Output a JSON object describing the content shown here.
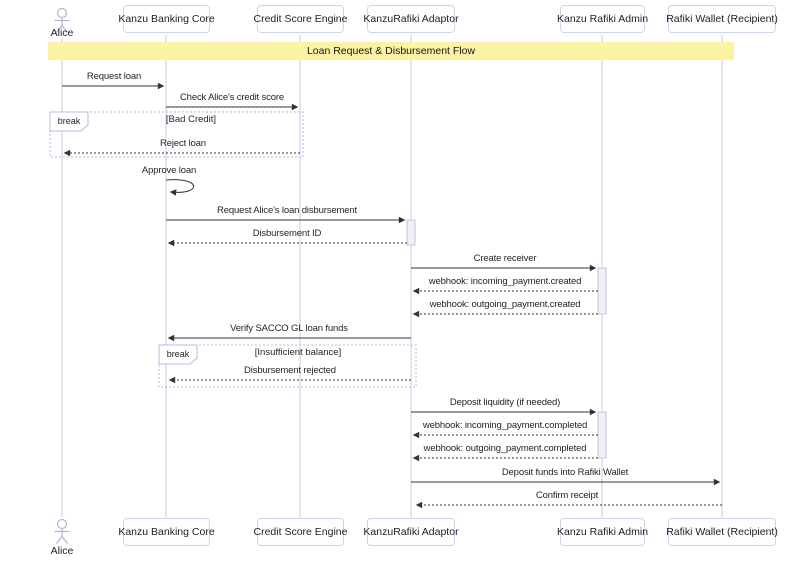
{
  "colors": {
    "background": "#ffffff",
    "participant_fill": "#fefeff",
    "participant_border": "#d2d2ea",
    "lifeline": "#c9c9e6",
    "banner_fill": "#faf3a3",
    "arrow": "#333333",
    "activation_fill": "#f0f0f6",
    "activation_border": "#c6c6d8",
    "break_border": "#b9b9e0",
    "actor": "#b3b3d9",
    "text": "#2b2b2b"
  },
  "diagram": {
    "title": "Loan Request & Disbursement Flow",
    "actor": {
      "label": "Alice"
    },
    "participants": [
      {
        "label": "Kanzu Banking Core"
      },
      {
        "label": "Credit Score Engine"
      },
      {
        "label": "KanzuRafiki Adaptor"
      },
      {
        "label": "Kanzu Rafiki Admin"
      },
      {
        "label": "Rafiki Wallet (Recipient)"
      }
    ],
    "breaks": [
      {
        "label": "break",
        "guard": "[Bad Credit]"
      },
      {
        "label": "break",
        "guard": "[Insufficient balance]"
      }
    ],
    "messages": [
      {
        "label": "Request loan",
        "from": "Alice",
        "to": "Kanzu Banking Core",
        "style": "solid"
      },
      {
        "label": "Check Alice's credit score",
        "from": "Kanzu Banking Core",
        "to": "Credit Score Engine",
        "style": "solid"
      },
      {
        "label": "Reject loan",
        "from": "Credit Score Engine",
        "to": "Alice",
        "style": "dashed"
      },
      {
        "label": "Approve loan",
        "from": "Kanzu Banking Core",
        "to": "Kanzu Banking Core",
        "style": "self"
      },
      {
        "label": "Request Alice's loan disbursement",
        "from": "Kanzu Banking Core",
        "to": "KanzuRafiki Adaptor",
        "style": "solid"
      },
      {
        "label": "Disbursement ID",
        "from": "KanzuRafiki Adaptor",
        "to": "Kanzu Banking Core",
        "style": "dashed"
      },
      {
        "label": "Create receiver",
        "from": "KanzuRafiki Adaptor",
        "to": "Kanzu Rafiki Admin",
        "style": "solid"
      },
      {
        "label": "webhook: incoming_payment.created",
        "from": "Kanzu Rafiki Admin",
        "to": "KanzuRafiki Adaptor",
        "style": "dashed"
      },
      {
        "label": "webhook: outgoing_payment.created",
        "from": "Kanzu Rafiki Admin",
        "to": "KanzuRafiki Adaptor",
        "style": "dashed"
      },
      {
        "label": "Verify SACCO GL loan funds",
        "from": "KanzuRafiki Adaptor",
        "to": "Kanzu Banking Core",
        "style": "solid"
      },
      {
        "label": "Disbursement rejected",
        "from": "KanzuRafiki Adaptor",
        "to": "Kanzu Banking Core",
        "style": "dashed"
      },
      {
        "label": "Deposit liquidity (if needed)",
        "from": "KanzuRafiki Adaptor",
        "to": "Kanzu Rafiki Admin",
        "style": "solid"
      },
      {
        "label": "webhook: incoming_payment.completed",
        "from": "Kanzu Rafiki Admin",
        "to": "KanzuRafiki Adaptor",
        "style": "dashed"
      },
      {
        "label": "webhook: outgoing_payment.completed",
        "from": "Kanzu Rafiki Admin",
        "to": "KanzuRafiki Adaptor",
        "style": "dashed"
      },
      {
        "label": "Deposit funds into Rafiki Wallet",
        "from": "KanzuRafiki Adaptor",
        "to": "Rafiki Wallet (Recipient)",
        "style": "solid"
      },
      {
        "label": "Confirm receipt",
        "from": "Rafiki Wallet (Recipient)",
        "to": "KanzuRafiki Adaptor",
        "style": "dashed"
      }
    ]
  }
}
